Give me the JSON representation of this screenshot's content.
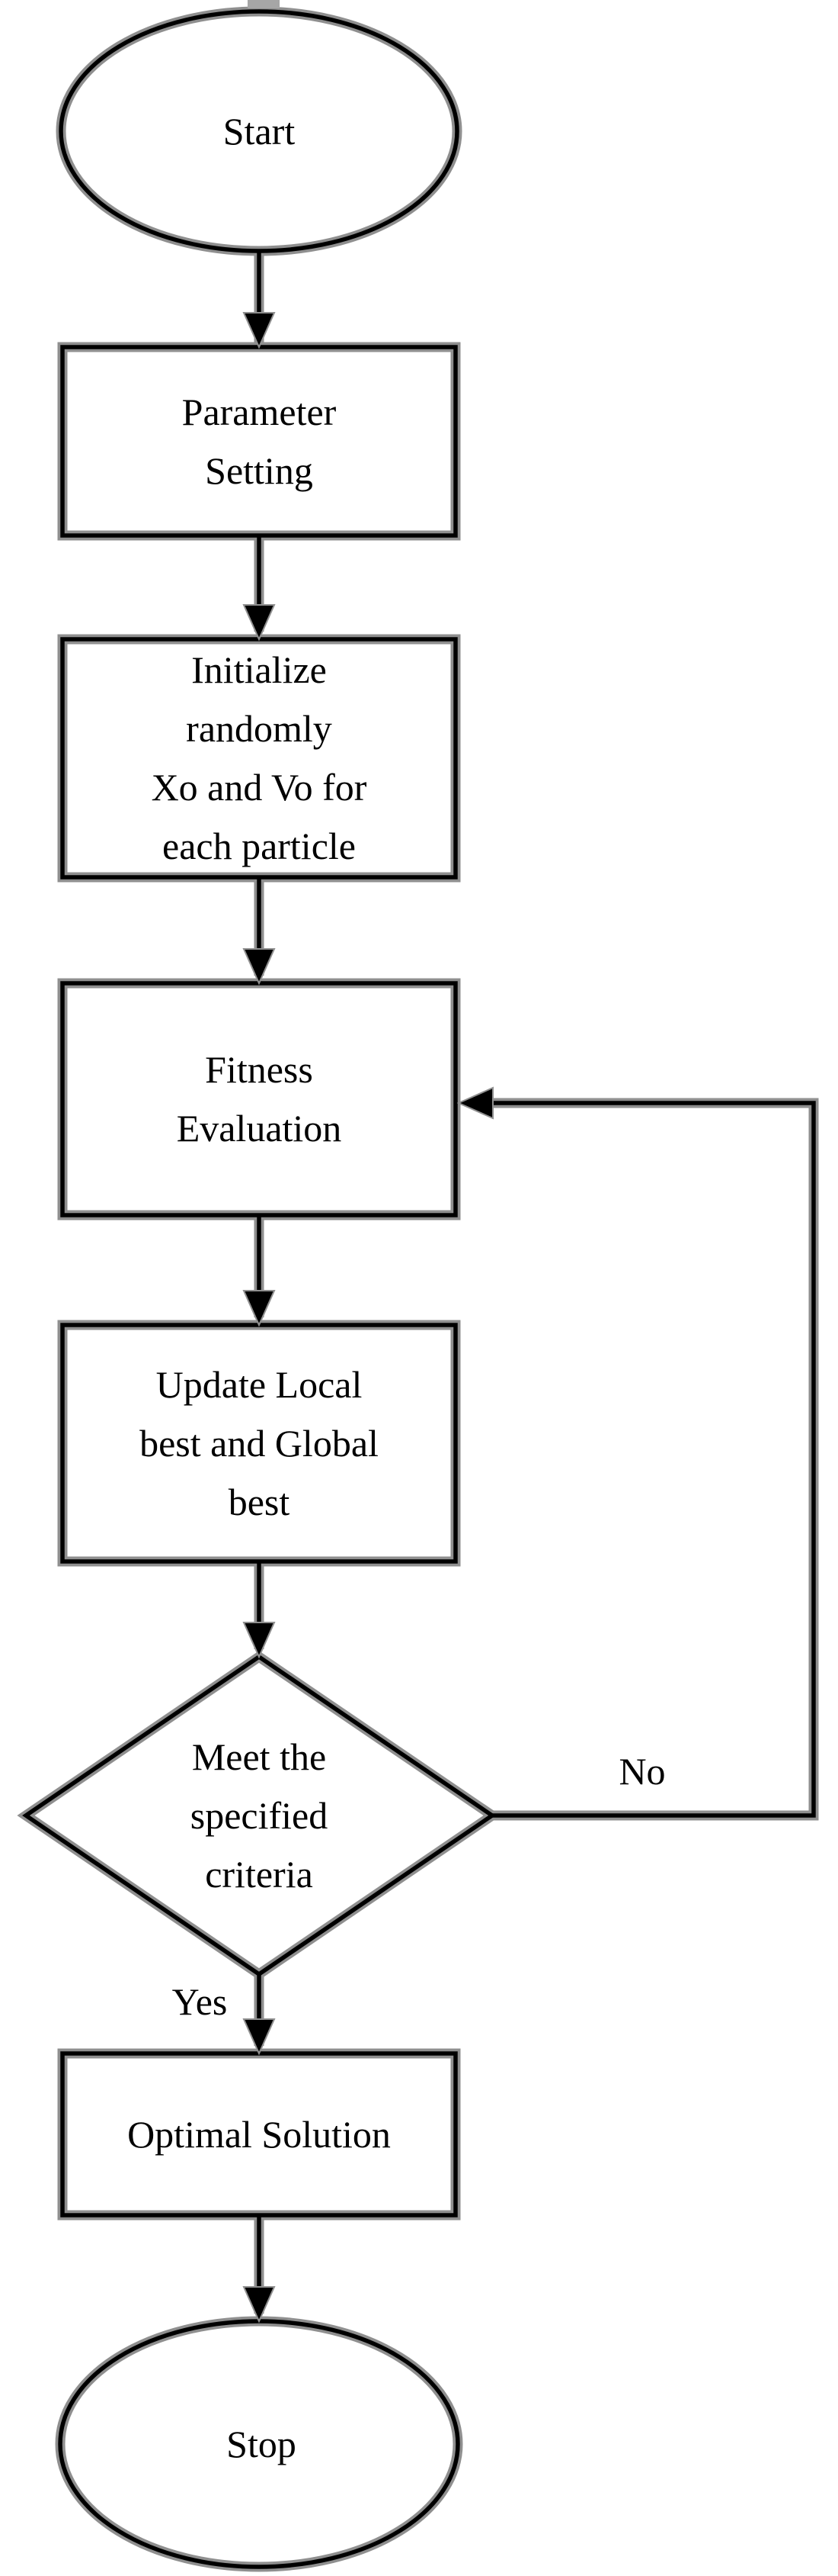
{
  "figure": {
    "background": "#ffffff",
    "stroke_color": "#000000",
    "halo_color": "#8f8f8f",
    "text_color": "#000000"
  },
  "nodes": {
    "start": {
      "shape": "ellipse",
      "label": "Start"
    },
    "parameter_setting": {
      "shape": "rect",
      "label": "Parameter\nSetting"
    },
    "initialize": {
      "shape": "rect",
      "label": "Initialize\nrandomly\nXo and Vo for\neach particle"
    },
    "fitness_evaluation": {
      "shape": "rect",
      "label": "Fitness\nEvaluation"
    },
    "update_best": {
      "shape": "rect",
      "label": "Update Local\nbest and Global\nbest"
    },
    "criteria_decision": {
      "shape": "diamond",
      "label": "Meet the\nspecified\ncriteria"
    },
    "optimal_solution": {
      "shape": "rect",
      "label": "Optimal Solution"
    },
    "stop": {
      "shape": "ellipse",
      "label": "Stop"
    }
  },
  "edges": {
    "yes": {
      "label": "Yes"
    },
    "no": {
      "label": "No"
    }
  }
}
